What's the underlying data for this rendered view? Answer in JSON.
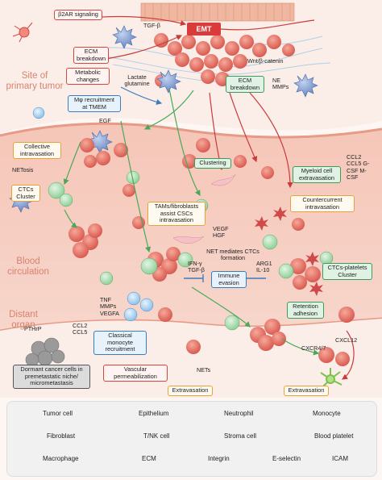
{
  "regions": {
    "primary": "Site of primary tumor",
    "blood": "Blood circulation",
    "distant": "Distant organ"
  },
  "top": {
    "emt": "EMT",
    "b2ar": "β2AR signaling",
    "tgfb": "TGF-β",
    "wnt": "Wnt/β-catenin",
    "ecm_breakdown_1": "ECM breakdown",
    "metabolic": "Metabolic changes",
    "lactate": "Lactate glutamine",
    "ecm_breakdown_2": "ECM breakdown",
    "ne_mmps": "NE MMPs"
  },
  "primary": {
    "mphi": "Mφ recruitment at TMEM",
    "egf": "EGF",
    "collective": "Collective intravasation",
    "netosis": "NETosis",
    "ctcs_cluster": "CTCs Cluster",
    "clustering": "Clustering",
    "tams": "TAMs/fibroblasts assist CSCs intravasation",
    "myeloid": "Myeloid cell extravasation",
    "chemokines_1": "CCL2 CCL5 G-CSF M-CSF",
    "countercurrent": "Countercurrent intravasation"
  },
  "blood": {
    "vegf_hgf": "VEGF HGF",
    "net_mediates": "NET mediates CTCs formation",
    "ifn_tgf": "IFN-γ TGF-β",
    "arg1_il10": "ARG1 IL-10",
    "immune_evasion": "Immune evasion",
    "ctc_platelets": "CTCs-platelets Cluster"
  },
  "distant": {
    "pthrp": "PTHrP",
    "ccl2_ccl5": "CCL2 CCL5",
    "tnf": "TNF MMPs VEGFA",
    "classical": "Classical monocyte recruitment",
    "retention": "Retention adhesion",
    "cxcl12": "CXCL12",
    "cxcr47": "CXCR4/7",
    "nets": "NETs",
    "dormant": "Dormant cancer cells in premetastatic niche/ micrometastasis",
    "vascular": "Vascular permeabilization",
    "extravasation_1": "Extravasation",
    "extravasation_2": "Extravasation"
  },
  "legend": {
    "tumor": "Tumor cell",
    "epithelium": "Epithelium",
    "neutrophil": "Neutrophil",
    "monocyte": "Monocyte",
    "fibroblast": "Fibroblast",
    "tnk": "T/NK cell",
    "stroma": "Stroma cell",
    "platelet": "Blood platelet",
    "macrophage": "Macrophage",
    "ecm": "ECM",
    "integrin": "Integrin",
    "eselectin": "E-selectin",
    "icam": "ICAM"
  },
  "colors": {
    "tumor": "#e0675d",
    "neutrophil": "#9fd6a6",
    "monocyte": "#9ccbef",
    "macrophage": "#7a9ad0",
    "platelet": "#d04a4a",
    "vessel": "#f3b8a8",
    "arrow_green": "#4aa85a",
    "arrow_red": "#c83c3c",
    "region_text": "#d9826e"
  }
}
